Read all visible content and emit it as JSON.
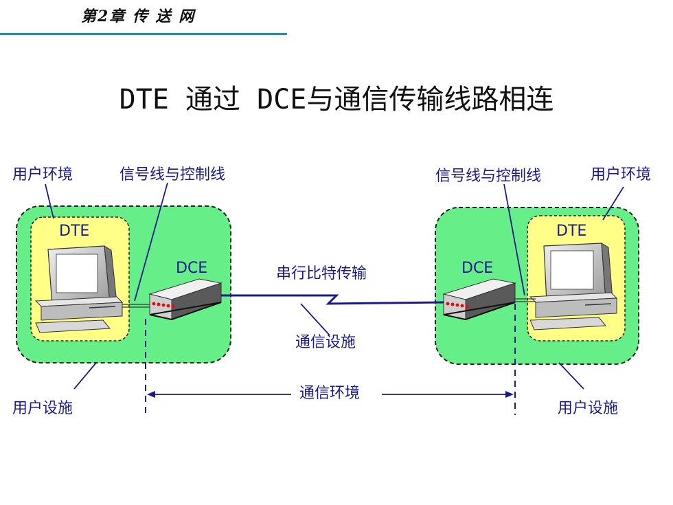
{
  "header": {
    "chapter": "第2章 传 送 网"
  },
  "title": "DTE 通过 DCE与通信传输线路相连",
  "labels": {
    "user_env_left": "用户环境",
    "signal_ctrl_left": "信号线与控制线",
    "signal_ctrl_right": "信号线与控制线",
    "user_env_right": "用户环境",
    "dte_left": "DTE",
    "dte_right": "DTE",
    "dce_left": "DCE",
    "dce_right": "DCE",
    "serial_bit": "串行比特传输",
    "comm_facility": "通信设施",
    "comm_env": "通信环境",
    "user_facility_left": "用户设施",
    "user_facility_right": "用户设施"
  },
  "colors": {
    "facility_fill": "#66ee88",
    "env_fill": "#ffff88",
    "label_text": "#1a1a8c",
    "line": "#1a1a8c",
    "led": "#dd1111"
  }
}
